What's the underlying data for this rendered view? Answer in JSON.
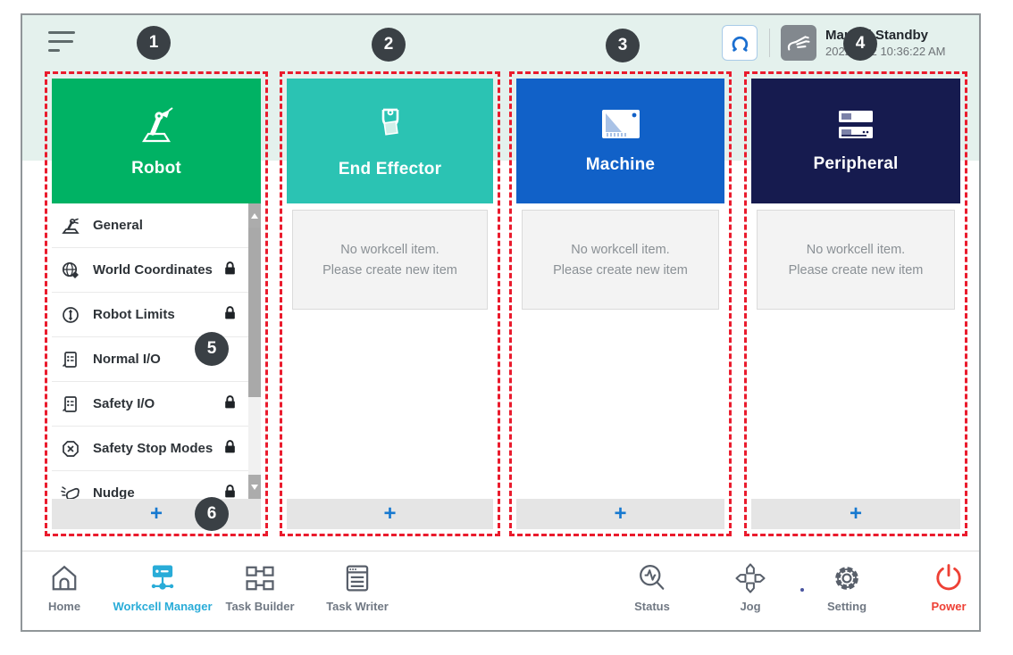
{
  "header": {
    "mode_status": "Manual Standby",
    "timestamp": "2022.2.22 10:36:22 AM"
  },
  "callouts": {
    "b1": "1",
    "b2": "2",
    "b3": "3",
    "b4": "4",
    "b5": "5",
    "b6": "6"
  },
  "colors": {
    "robot": "#00B264",
    "end_effector": "#2BC3B3",
    "machine": "#1161C8",
    "peripheral": "#161B4F",
    "highlight_dashed": "#EA1B2D",
    "nav_active": "#29ACD8",
    "power_red": "#EE4035"
  },
  "columns": [
    {
      "title": "Robot",
      "icon": "robot-arm-icon",
      "items": [
        {
          "label": "General",
          "icon": "robot-arm-small-icon",
          "locked": false
        },
        {
          "label": "World Coordinates",
          "icon": "globe-axis-icon",
          "locked": true
        },
        {
          "label": "Robot Limits",
          "icon": "limit-circle-icon",
          "locked": true
        },
        {
          "label": "Normal I/O",
          "icon": "io-terminal-icon",
          "locked": false
        },
        {
          "label": "Safety I/O",
          "icon": "io-terminal-icon",
          "locked": true
        },
        {
          "label": "Safety Stop Modes",
          "icon": "stop-octagon-icon",
          "locked": true
        },
        {
          "label": "Nudge",
          "icon": "nudge-hand-icon",
          "locked": true
        }
      ]
    },
    {
      "title": "End Effector",
      "icon": "gripper-icon"
    },
    {
      "title": "Machine",
      "icon": "machine-icon"
    },
    {
      "title": "Peripheral",
      "icon": "peripheral-icon"
    }
  ],
  "empty_state": {
    "line1": "No workcell item.",
    "line2": "Please create new item"
  },
  "add_button": "+",
  "nav": {
    "home": "Home",
    "workcell_manager": "Workcell Manager",
    "task_builder": "Task Builder",
    "task_writer": "Task Writer",
    "status": "Status",
    "jog": "Jog",
    "setting": "Setting",
    "power": "Power"
  }
}
